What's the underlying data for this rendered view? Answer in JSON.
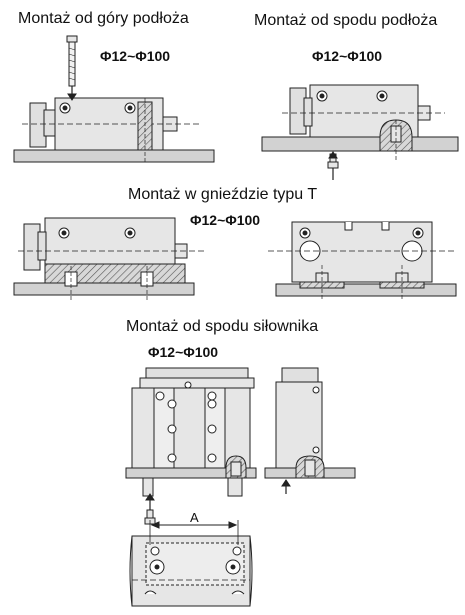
{
  "sections": {
    "top_mount": {
      "title": "Montaż od góry podłoża",
      "range": "Φ12~Φ100"
    },
    "bottom_mount": {
      "title": "Montaż od spodu podłoża",
      "range": "Φ12~Φ100"
    },
    "t_slot_mount": {
      "title": "Montaż w gnieździe typu T",
      "range": "Φ12~Φ100"
    },
    "cylinder_bottom_mount": {
      "title": "Montaż od spodu siłownika",
      "range": "Φ12~Φ100"
    }
  },
  "dimension_label": "A",
  "colors": {
    "body_fill": "#e6e6e6",
    "plate_fill": "#d2d2d2",
    "hatch": "#9a9a9a",
    "line": "#222222"
  }
}
